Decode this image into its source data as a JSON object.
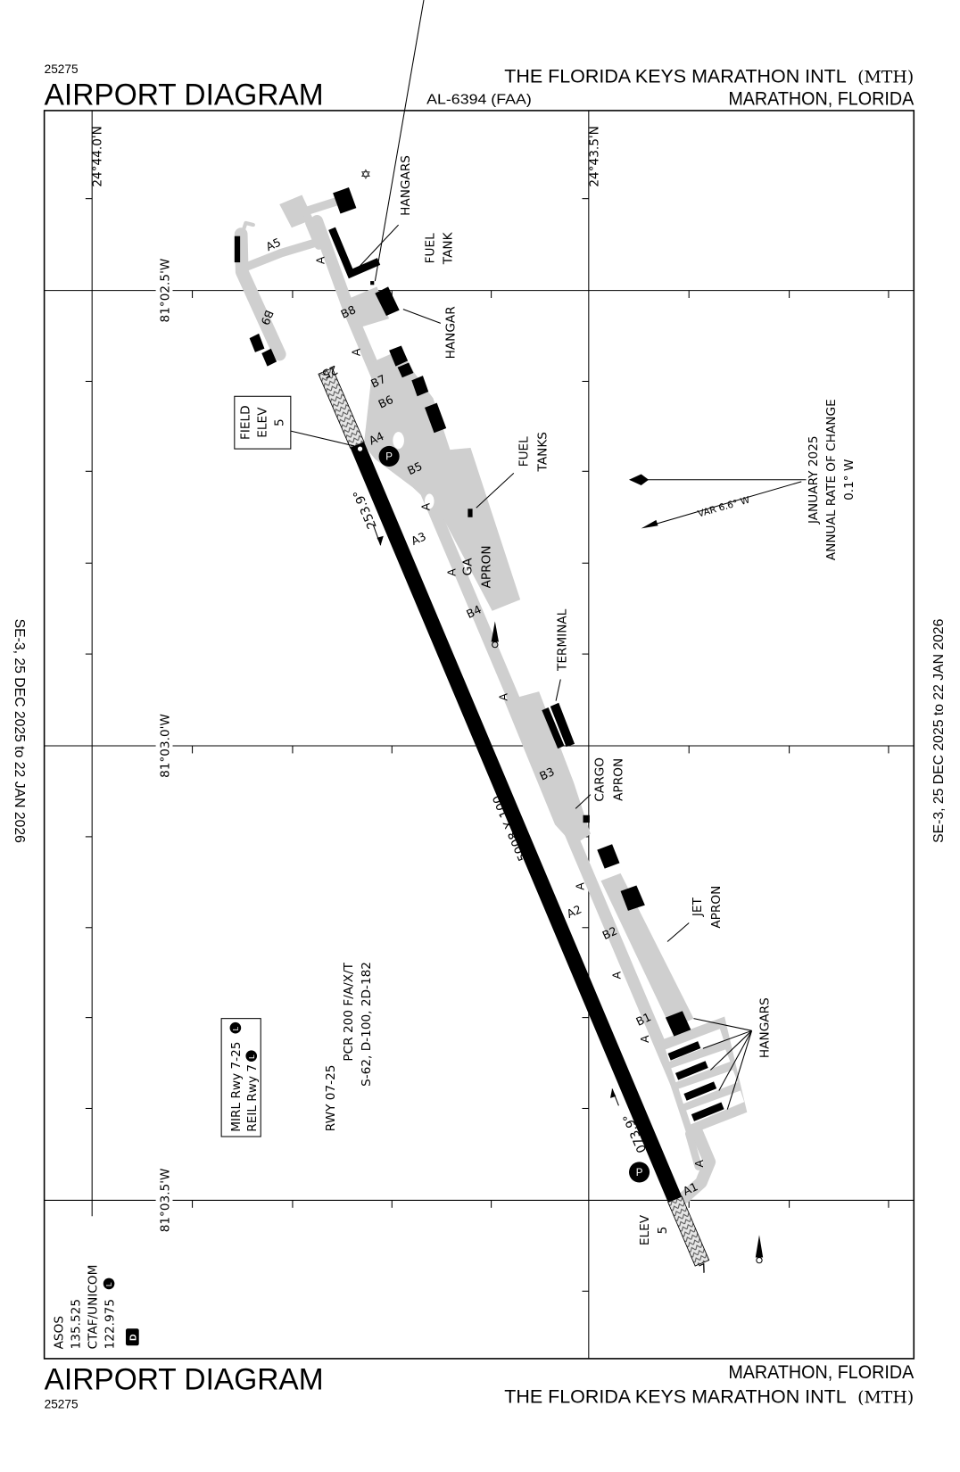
{
  "header": {
    "chart_number": "25275",
    "title": "AIRPORT DIAGRAM",
    "procedure_id": "AL-6394 (FAA)",
    "airport_name": "THE FLORIDA KEYS MARATHON INTL",
    "airport_id": "(MTH)",
    "location": "MARATHON, FLORIDA"
  },
  "footer": {
    "chart_number": "25275",
    "title": "AIRPORT DIAGRAM",
    "airport_name": "THE FLORIDA KEYS MARATHON INTL",
    "airport_id": "(MTH)",
    "location": "MARATHON, FLORIDA"
  },
  "side_notes": {
    "left": "SE-3,  25 DEC 2025  to  22 JAN 2026",
    "right": "SE-3,  25 DEC 2025  to  22 JAN 2026"
  },
  "grid_labels": {
    "lat_1": "24°44.0'N",
    "lat_2": "24°43.5'N",
    "lon_1": "81°02.5'W",
    "lon_2": "81°03.0'W",
    "lon_3": "81°03.5'W"
  },
  "runway": {
    "end_25": "25",
    "end_7": "7",
    "dimensions": "5008 X 100",
    "heading_253": "253.9°",
    "heading_073": "073.9°",
    "field_elev_label": "FIELD",
    "field_elev_label2": "ELEV",
    "field_elev_value": "5",
    "elev_label": "ELEV",
    "elev_value": "5"
  },
  "runway_info": {
    "rwy": "RWY 07-25",
    "pcr": "PCR 200 F/A/X/T",
    "strength": "S-62, D-100, 2D-182"
  },
  "lighting": {
    "mirl": "MIRL Rwy 7-25",
    "reil": "REIL Rwy 7",
    "badge": "L"
  },
  "comms": {
    "asos_label": "ASOS",
    "asos_freq": "135.525",
    "ctaf_label": "CTAF/UNICOM",
    "ctaf_freq": "122.975",
    "ctaf_badge": "L",
    "datalink_badge": "D"
  },
  "magnetic": {
    "var": "VAR 6.6°  W",
    "date": "JANUARY 2025",
    "rate_label": "ANNUAL RATE OF CHANGE",
    "rate": "0.1° W"
  },
  "facility_labels": {
    "hangars_top": "HANGARS",
    "fuel_tank_1": "FUEL",
    "fuel_tank_2": "TANK",
    "hangar": "HANGAR",
    "fuel_tanks_1": "FUEL",
    "fuel_tanks_2": "TANKS",
    "ga_apron_1": "GA",
    "ga_apron_2": "APRON",
    "terminal": "TERMINAL",
    "cargo_apron_1": "CARGO",
    "cargo_apron_2": "APRON",
    "jet_apron_1": "JET",
    "jet_apron_2": "APRON",
    "hangars_bottom": "HANGARS",
    "parking": "P"
  },
  "taxiways": {
    "A": "A",
    "A1": "A1",
    "A2": "A2",
    "A3": "A3",
    "A4": "A4",
    "A5": "A5",
    "B1": "B1",
    "B2": "B2",
    "B3": "B3",
    "B4": "B4",
    "B5": "B5",
    "B6": "B6",
    "B7": "B7",
    "B8": "B8",
    "B9": "B9"
  },
  "colors": {
    "pavement": "#cfcfcf",
    "runway": "#000000",
    "buildings": "#000000"
  }
}
